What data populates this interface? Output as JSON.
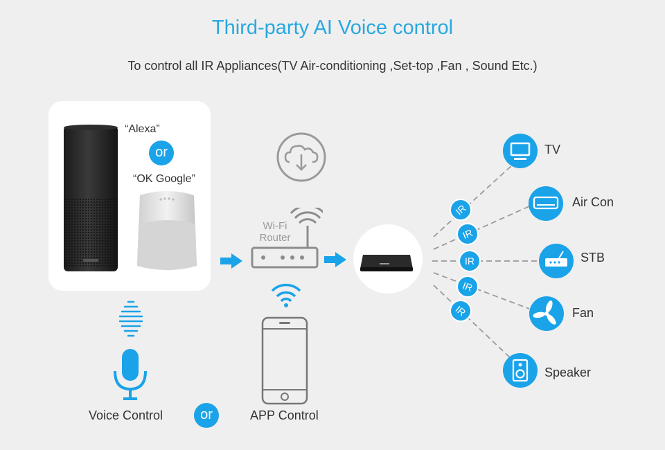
{
  "title": "Third-party AI Voice control",
  "subtitle": "To control all IR Appliances(TV  Air-conditioning ,Set-top ,Fan , Sound Etc.)",
  "speakers": {
    "alexa_caption": "“Alexa”",
    "or_text": "or",
    "google_caption": "“OK Google”"
  },
  "router": {
    "label_line1": "Wi-Fi",
    "label_line2": "Router"
  },
  "ir_label": "IR",
  "devices": [
    {
      "label": "TV",
      "icon": "tv-icon"
    },
    {
      "label": "Air Con",
      "icon": "air-conditioner-icon"
    },
    {
      "label": "STB",
      "icon": "set-top-box-icon"
    },
    {
      "label": "Fan",
      "icon": "fan-icon"
    },
    {
      "label": "Speaker",
      "icon": "speaker-icon"
    }
  ],
  "bottom": {
    "voice_label": "Voice Control",
    "or_text": "or",
    "app_label": "APP Control"
  },
  "colors": {
    "accent": "#1aa3e8",
    "title": "#29a8e0",
    "background": "#efefef"
  }
}
